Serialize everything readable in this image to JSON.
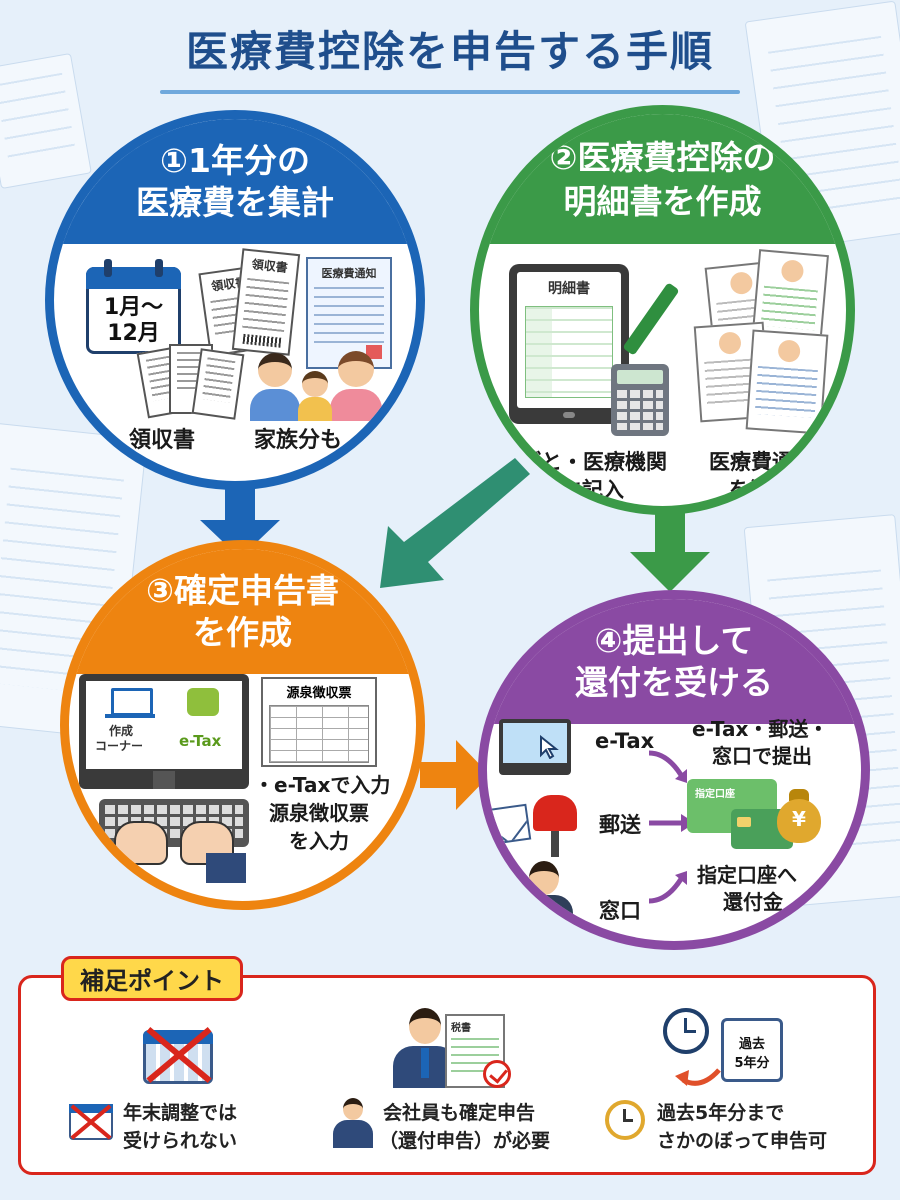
{
  "title": "医療費控除を申告する手順",
  "step1": {
    "title_line1": "①1年分の",
    "title_line2": "医療費を集計",
    "calendar": "1月〜\n12月",
    "receipt_word": "領収書",
    "notice_word": "医療費通知",
    "label_receipts": "領収書",
    "label_family": "家族分も"
  },
  "step2": {
    "title_line1": "②医療費控除の",
    "title_line2": "明細書を作成",
    "tablet_title": "明細書",
    "label_per_person_line1": "人ごと・医療機関",
    "label_per_person_line2": "ごとに記入",
    "label_notice_line1": "医療費通知",
    "label_notice_line2": "を活用"
  },
  "step3": {
    "title_line1": "③確定申告書",
    "title_line2": "を作成",
    "corner_line1": "作成",
    "corner_line2": "コーナー",
    "etax": "e-Tax",
    "withholding_title": "源泉徴収票",
    "label_line1": "・e-Taxで入力",
    "label_line2": "源泉徴収票",
    "label_line3": "を入力"
  },
  "step4": {
    "title_line1": "④提出して",
    "title_line2": "還付を受ける",
    "etax": "e-Tax",
    "mail": "郵送",
    "counter": "窓口",
    "submit_line1": "e-Tax・郵送・",
    "submit_line2": "窓口で提出",
    "account_card": "指定口座",
    "refund_line1": "指定口座へ",
    "refund_line2": "還付金",
    "yen": "¥"
  },
  "notes": {
    "heading": "補足ポイント",
    "tax_doc": "税書",
    "past_badge_line1": "過去",
    "past_badge_line2": "5年分",
    "item1_line1": "年末調整では",
    "item1_line2": "受けられない",
    "item2_line1": "会社員も確定申告",
    "item2_line2": "（還付申告）が必要",
    "item3_line1": "過去5年分まで",
    "item3_line2": "さかのぼって申告可"
  },
  "colors": {
    "step1": "#1c65b6",
    "step2": "#3b9a48",
    "step3": "#ee8410",
    "step4": "#8a4aa3",
    "notes_border": "#d9261c"
  }
}
